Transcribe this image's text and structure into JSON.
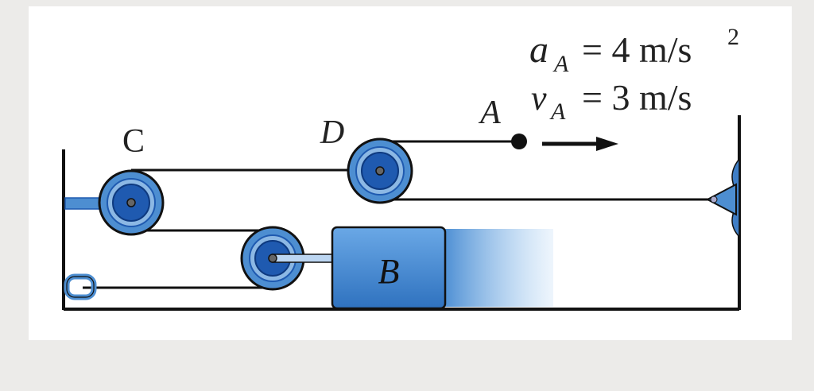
{
  "labels": {
    "pulley_c": "C",
    "pulley_d": "D",
    "point_a": "A",
    "block_b": "B"
  },
  "equations": {
    "accel_symbol": "a",
    "accel_sub": "A",
    "accel_value": "= 4 m/s",
    "accel_exp": "2",
    "vel_symbol": "v",
    "vel_sub": "A",
    "vel_value": "= 3 m/s"
  },
  "colors": {
    "pulley_outer": "#4d8ed1",
    "pulley_inner": "#1f5ab0",
    "block": "#3f86d0",
    "rope": "#111111"
  }
}
